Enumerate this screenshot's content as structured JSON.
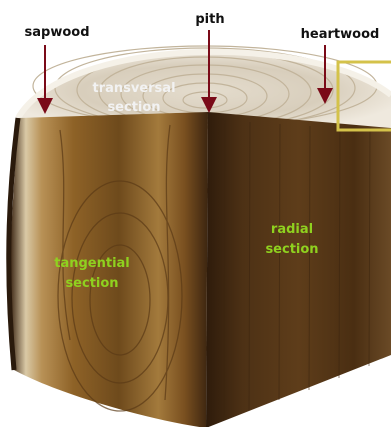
{
  "labels": {
    "sapwood": "sapwood",
    "pith": "pith",
    "heartwood": "heartwood",
    "transversal_line1": "transversal",
    "transversal_line2": "section",
    "tangential_line1": "tangential",
    "tangential_line2": "section",
    "radial_line1": "radial",
    "radial_line2": "section"
  },
  "colors": {
    "arrow": "#7a0a18",
    "transversal_text": "#f2f2f2",
    "tangential_text": "#8fd11f",
    "radial_text": "#8fd11f",
    "highlight_box": "#d4c24a",
    "label_text": "#111111"
  }
}
